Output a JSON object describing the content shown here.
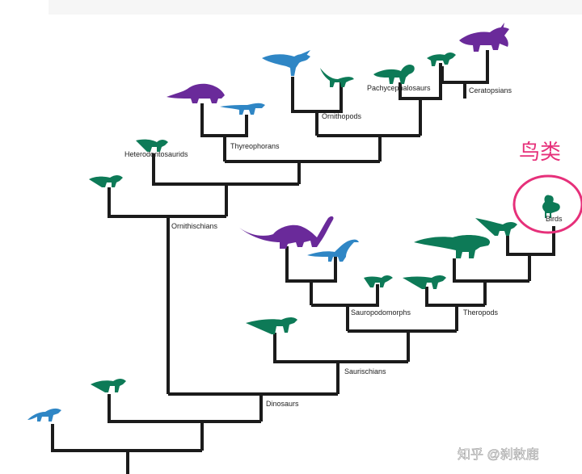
{
  "labels": {
    "ornithopods": "Ornithopods",
    "pachycephalosaurs": "Pachycephalosaurs",
    "ceratopsians": "Ceratopsians",
    "thyreophorans": "Thyreophorans",
    "heterodontosaurids": "Heterodontosaurids",
    "ornithischians": "Ornithischians",
    "birds": "Birds",
    "sauropodomorphs": "Sauropodomorphs",
    "theropods": "Theropods",
    "saurischians": "Saurischians",
    "dinosaurs": "Dinosaurs"
  },
  "annotation": {
    "text": "鸟类",
    "color": "#e6307a"
  },
  "watermark": {
    "text": "知乎 @刹敕鹿"
  },
  "colors": {
    "line": "#1b1b1b",
    "purple": "#6a2a9a",
    "blue": "#2f86c5",
    "green": "#0d7a57"
  }
}
